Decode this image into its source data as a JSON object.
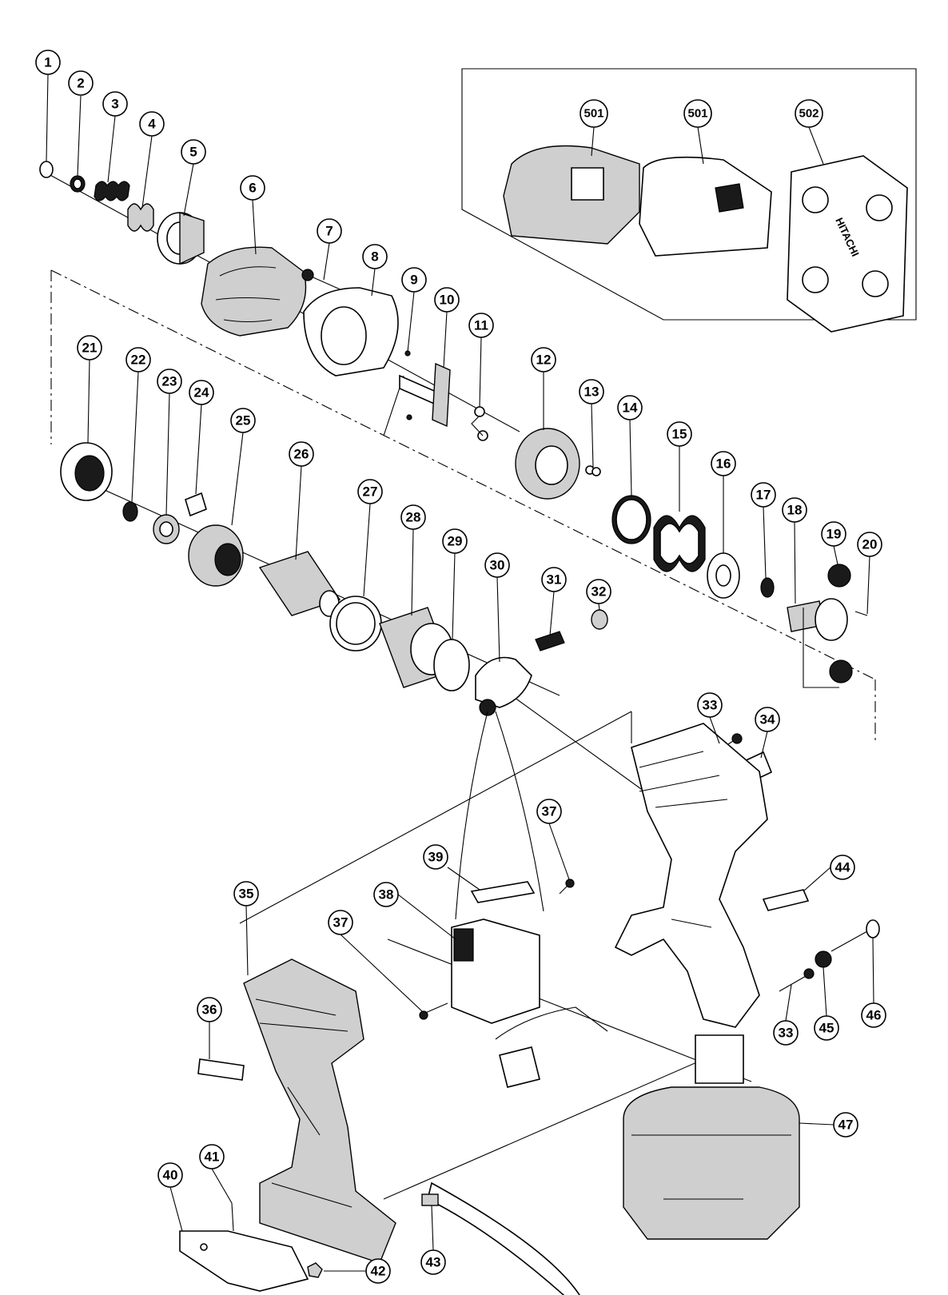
{
  "diagram": {
    "callouts": [
      "1",
      "2",
      "3",
      "4",
      "5",
      "6",
      "7",
      "8",
      "9",
      "10",
      "11",
      "12",
      "13",
      "14",
      "15",
      "16",
      "17",
      "18",
      "19",
      "20",
      "21",
      "22",
      "23",
      "24",
      "25",
      "26",
      "27",
      "28",
      "29",
      "30",
      "31",
      "32",
      "33",
      "33",
      "34",
      "35",
      "36",
      "37",
      "37",
      "38",
      "39",
      "40",
      "41",
      "42",
      "43",
      "44",
      "45",
      "46",
      "47",
      "501",
      "501",
      "502"
    ],
    "case_brand": "HITACHI"
  }
}
